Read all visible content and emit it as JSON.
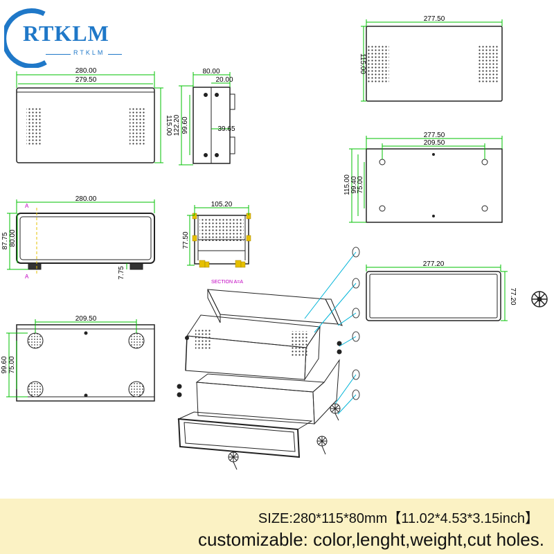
{
  "logo": {
    "brand": "RTKLM",
    "tagline": "RTKLM",
    "color": "#1f78c8"
  },
  "colors": {
    "dimension": "#00c000",
    "section": "#c000c0",
    "tab": "#e6c000",
    "leader": "#00b4d8",
    "outline": "#222222"
  },
  "views": {
    "front": {
      "width": "280.00",
      "inner_width": "279.50",
      "height": "115.00"
    },
    "side": {
      "depth": "80.00",
      "offset": "20.00",
      "h1": "122.20",
      "h2": "99.60",
      "mid": "39.65"
    },
    "top_right": {
      "width": "277.50",
      "height": "115.00"
    },
    "back": {
      "width": "277.50",
      "hole_spacing": "209.50",
      "h1": "115.00",
      "h2": "99.40",
      "h3": "75.00"
    },
    "section_front": {
      "width": "280.00",
      "h1": "87.75",
      "h2": "80.00",
      "foot": "7.75",
      "marker_top": "A",
      "marker_bottom": "A"
    },
    "section_view": {
      "width": "105.20",
      "height": "77.50",
      "label": "SECTION A=A"
    },
    "bottom": {
      "hole_spacing": "209.50",
      "h1": "99.60",
      "h2": "75.00"
    },
    "panel": {
      "width": "277.20",
      "height": "77.20"
    }
  },
  "footer": {
    "line1": "SIZE:280*115*80mm【11.02*4.53*3.15inch】",
    "line2": "customizable: color,lenght,weight,cut holes."
  }
}
